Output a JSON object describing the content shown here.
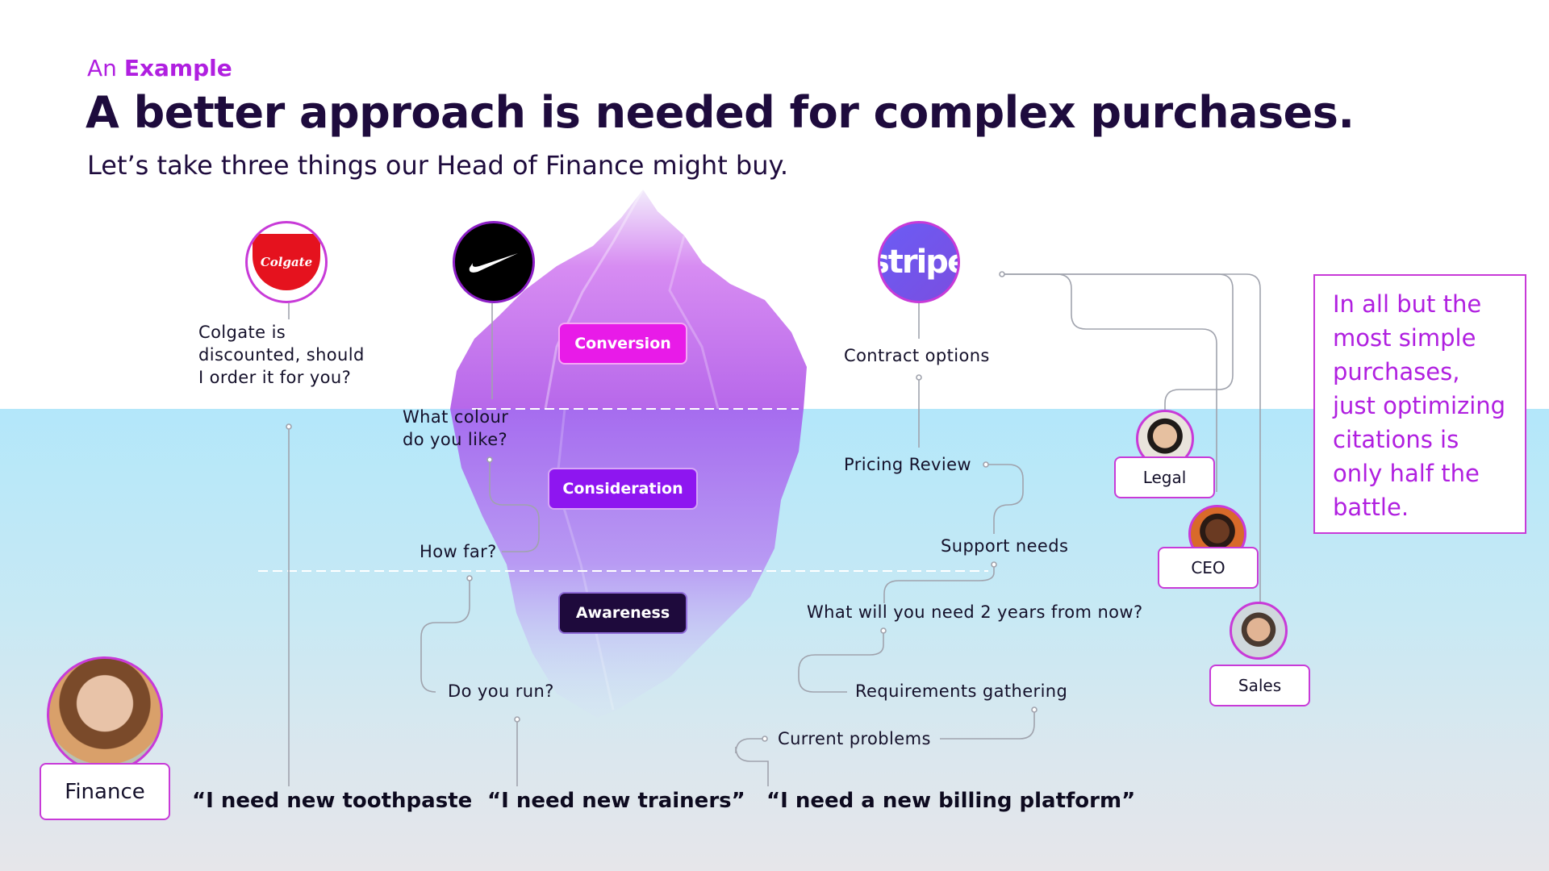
{
  "eyebrow": {
    "prefix": "An",
    "emphasis": "Example"
  },
  "headline": "A better approach is needed for complex purchases.",
  "subhead": "Let’s take three things our Head of Finance might buy.",
  "logos": {
    "colgate": "Colgate",
    "stripe": "stripe"
  },
  "stages": {
    "conversion": "Conversion",
    "consideration": "Consideration",
    "awareness": "Awareness"
  },
  "colgate_path": {
    "question": "Colgate is\ndiscounted, should\nI order it for you?"
  },
  "nike_path": {
    "color_q": "What colour\ndo you like?",
    "distance_q": "How far?",
    "run_q": "Do you run?"
  },
  "stripe_path": {
    "contract": "Contract options",
    "pricing": "Pricing Review",
    "support": "Support needs",
    "future": "What will you need 2 years from now?",
    "requirements": "Requirements gathering",
    "problems": "Current problems"
  },
  "quotes": {
    "toothpaste": "“I need new toothpaste",
    "trainers": "“I need new trainers”",
    "billing": "“I need a new billing platform”"
  },
  "people": {
    "finance": "Finance",
    "legal": "Legal",
    "ceo": "CEO",
    "sales": "Sales"
  },
  "callout": "In all but the most simple purchases, just optimizing citations is only half the battle.",
  "colors": {
    "accent": "#b01fe0",
    "headline": "#1e0b3d",
    "water": "#b3e7fa",
    "conversion": "#e81be8",
    "consideration": "#8e16f0",
    "awareness": "#1e0a3c"
  }
}
